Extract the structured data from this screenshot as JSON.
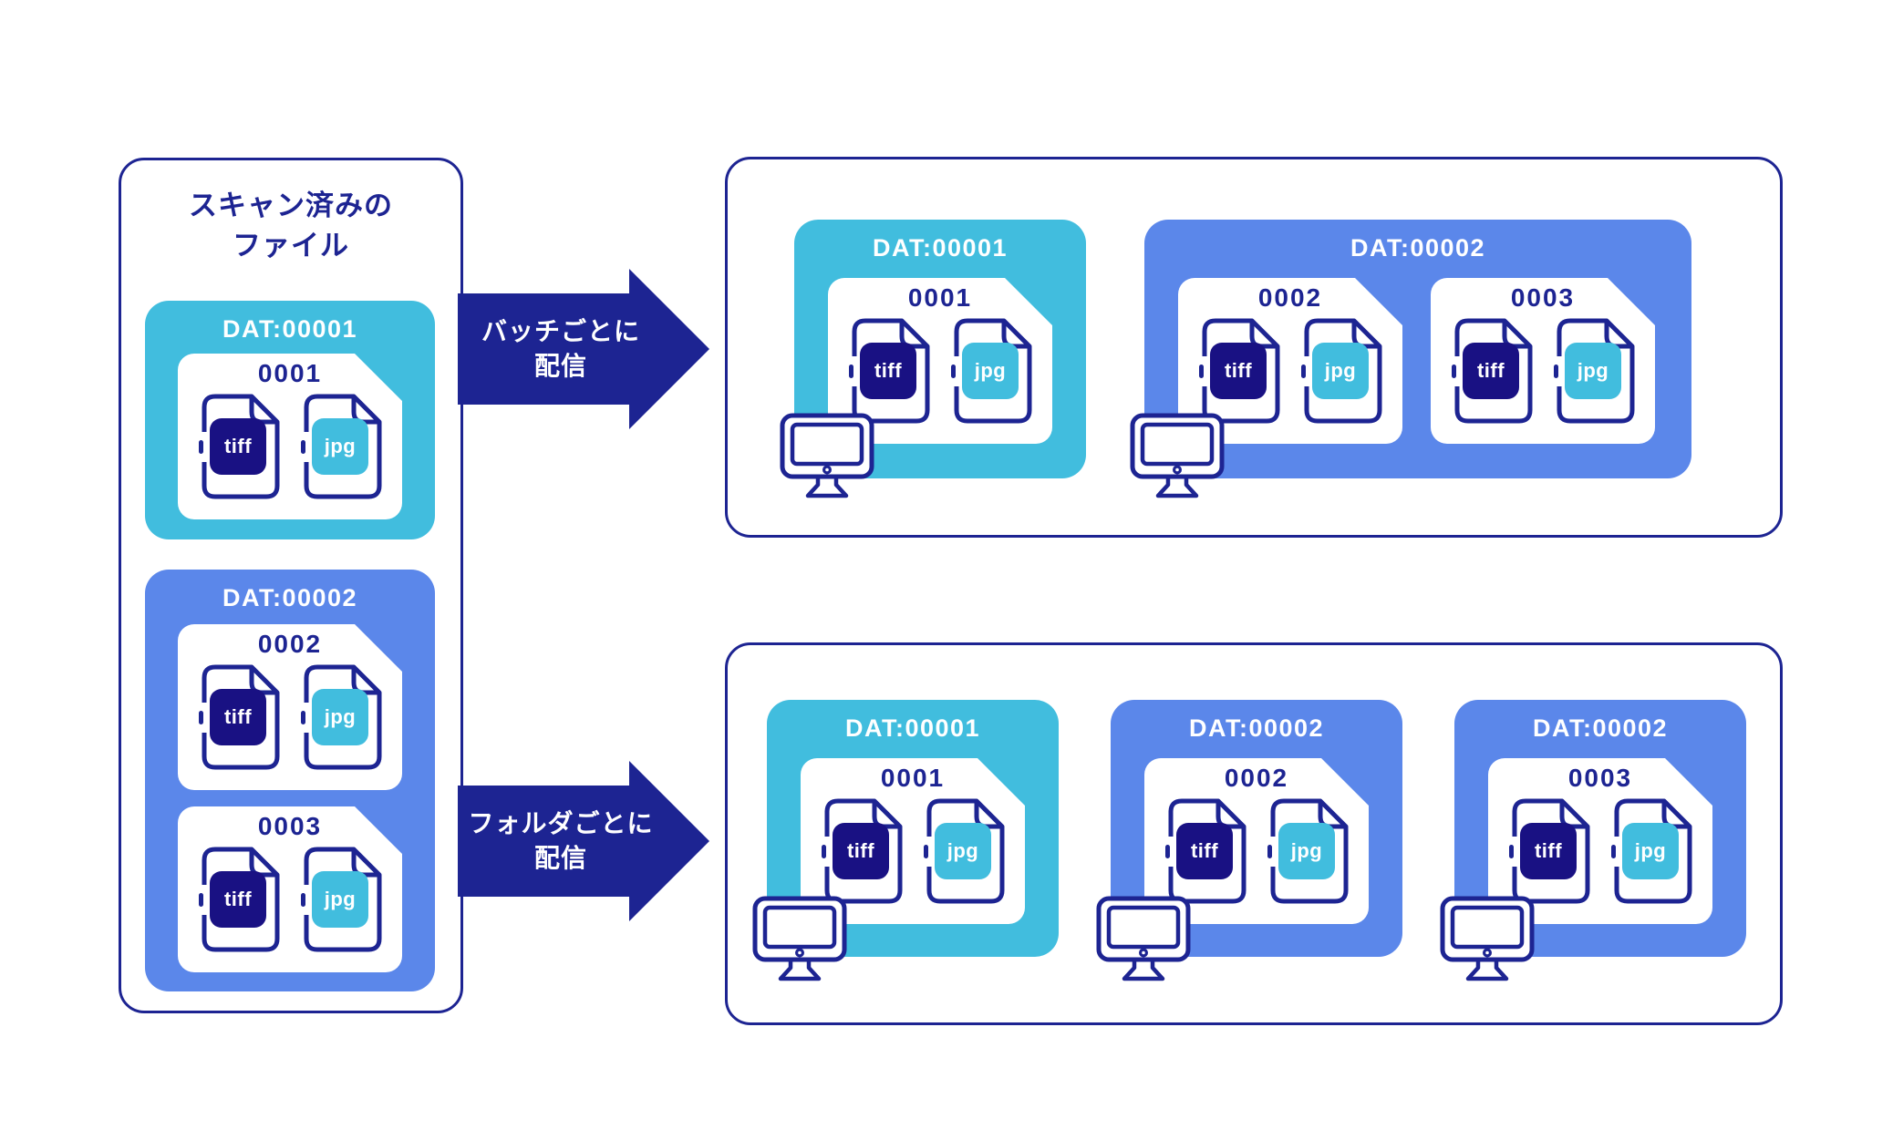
{
  "palette": {
    "navy_line": "#1d2492",
    "navy_dark_badge": "#191183",
    "cyan": "#41bdde",
    "periwinkle_blue": "#5b87ea",
    "white": "#ffffff"
  },
  "source": {
    "title_line1": "スキャン済みの",
    "title_line2": "ファイル",
    "batches": [
      {
        "name": "DAT:00001",
        "folders": [
          {
            "name": "0001",
            "files": [
              {
                "type": "tiff"
              },
              {
                "type": "jpg"
              }
            ]
          }
        ]
      },
      {
        "name": "DAT:00002",
        "folders": [
          {
            "name": "0002",
            "files": [
              {
                "type": "tiff"
              },
              {
                "type": "jpg"
              }
            ]
          },
          {
            "name": "0003",
            "files": [
              {
                "type": "tiff"
              },
              {
                "type": "jpg"
              }
            ]
          }
        ]
      }
    ]
  },
  "arrow_batch": {
    "line1": "バッチごとに",
    "line2": "配信"
  },
  "arrow_folder": {
    "line1": "フォルダごとに",
    "line2": "配信"
  },
  "batch_panel": {
    "groups": [
      {
        "name": "DAT:00001",
        "folders": [
          {
            "name": "0001",
            "files": [
              {
                "type": "tiff"
              },
              {
                "type": "jpg"
              }
            ]
          }
        ]
      },
      {
        "name": "DAT:00002",
        "folders": [
          {
            "name": "0002",
            "files": [
              {
                "type": "tiff"
              },
              {
                "type": "jpg"
              }
            ]
          },
          {
            "name": "0003",
            "files": [
              {
                "type": "tiff"
              },
              {
                "type": "jpg"
              }
            ]
          }
        ]
      }
    ]
  },
  "folder_panel": {
    "groups": [
      {
        "name": "DAT:00001",
        "folders": [
          {
            "name": "0001",
            "files": [
              {
                "type": "tiff"
              },
              {
                "type": "jpg"
              }
            ]
          }
        ]
      },
      {
        "name": "DAT:00002",
        "folders": [
          {
            "name": "0002",
            "files": [
              {
                "type": "tiff"
              },
              {
                "type": "jpg"
              }
            ]
          }
        ]
      },
      {
        "name": "DAT:00002",
        "folders": [
          {
            "name": "0003",
            "files": [
              {
                "type": "tiff"
              },
              {
                "type": "jpg"
              }
            ]
          }
        ]
      }
    ]
  }
}
